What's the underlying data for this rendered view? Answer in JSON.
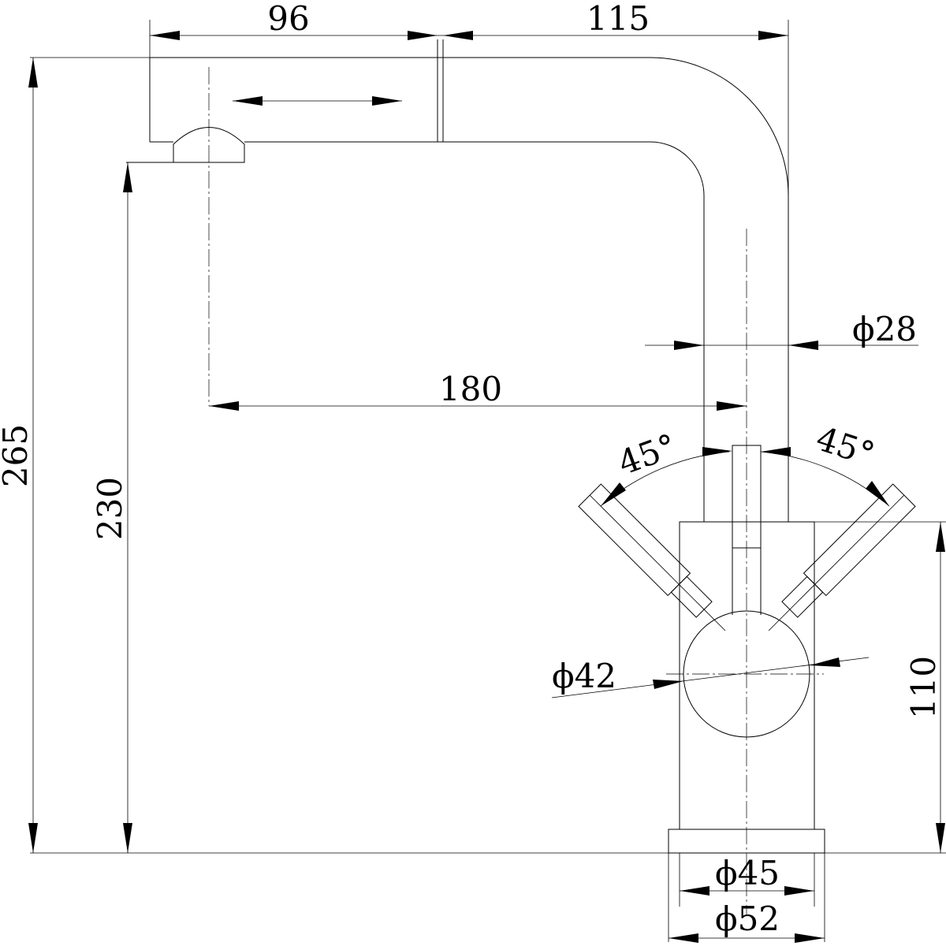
{
  "dimensions": {
    "spout_reach_upper": "96",
    "spout_reach_right": "115",
    "total_height": "265",
    "spout_height": "230",
    "spout_reach": "180",
    "spout_diameter": "ϕ28",
    "handle_angle_left": "45°",
    "handle_angle_right": "45°",
    "body_diameter": "ϕ42",
    "body_height": "110",
    "base_diameter_inner": "ϕ45",
    "base_diameter_outer": "ϕ52"
  }
}
